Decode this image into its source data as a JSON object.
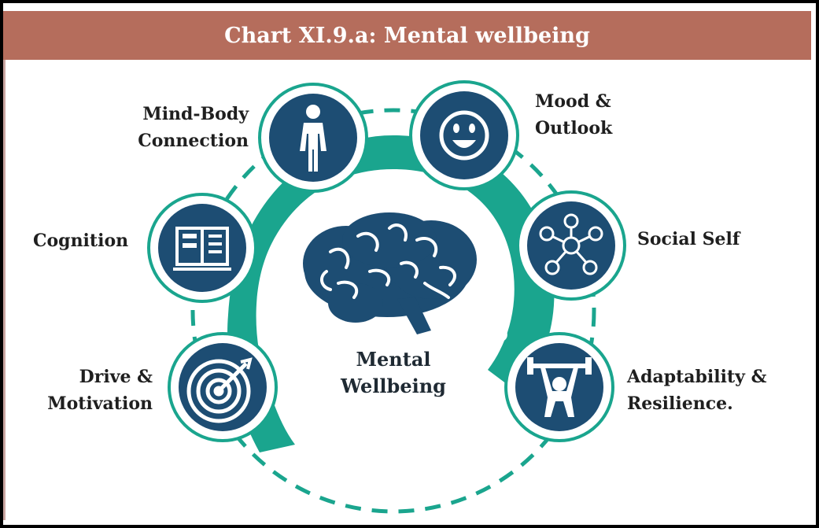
{
  "title": "Chart XI.9.a: Mental wellbeing",
  "center": {
    "line1": "Mental",
    "line2": "Wellbeing",
    "icon": "brain-head-icon"
  },
  "colors": {
    "header": "#b56d5c",
    "teal": "#1aa58e",
    "navy": "#1d4d73",
    "ring": "#1aa58e"
  },
  "items": [
    {
      "line1": "Mind-Body",
      "line2": "Connection",
      "icon": "person-icon"
    },
    {
      "line1": "Mood &",
      "line2": "Outlook",
      "icon": "smiley-icon"
    },
    {
      "line1": "Cognition",
      "line2": "",
      "icon": "book-icon"
    },
    {
      "line1": "Social Self",
      "line2": "",
      "icon": "network-icon"
    },
    {
      "line1": "Drive &",
      "line2": "Motivation",
      "icon": "target-icon"
    },
    {
      "line1": "Adaptability &",
      "line2": "Resilience.",
      "icon": "weightlifter-icon"
    }
  ]
}
